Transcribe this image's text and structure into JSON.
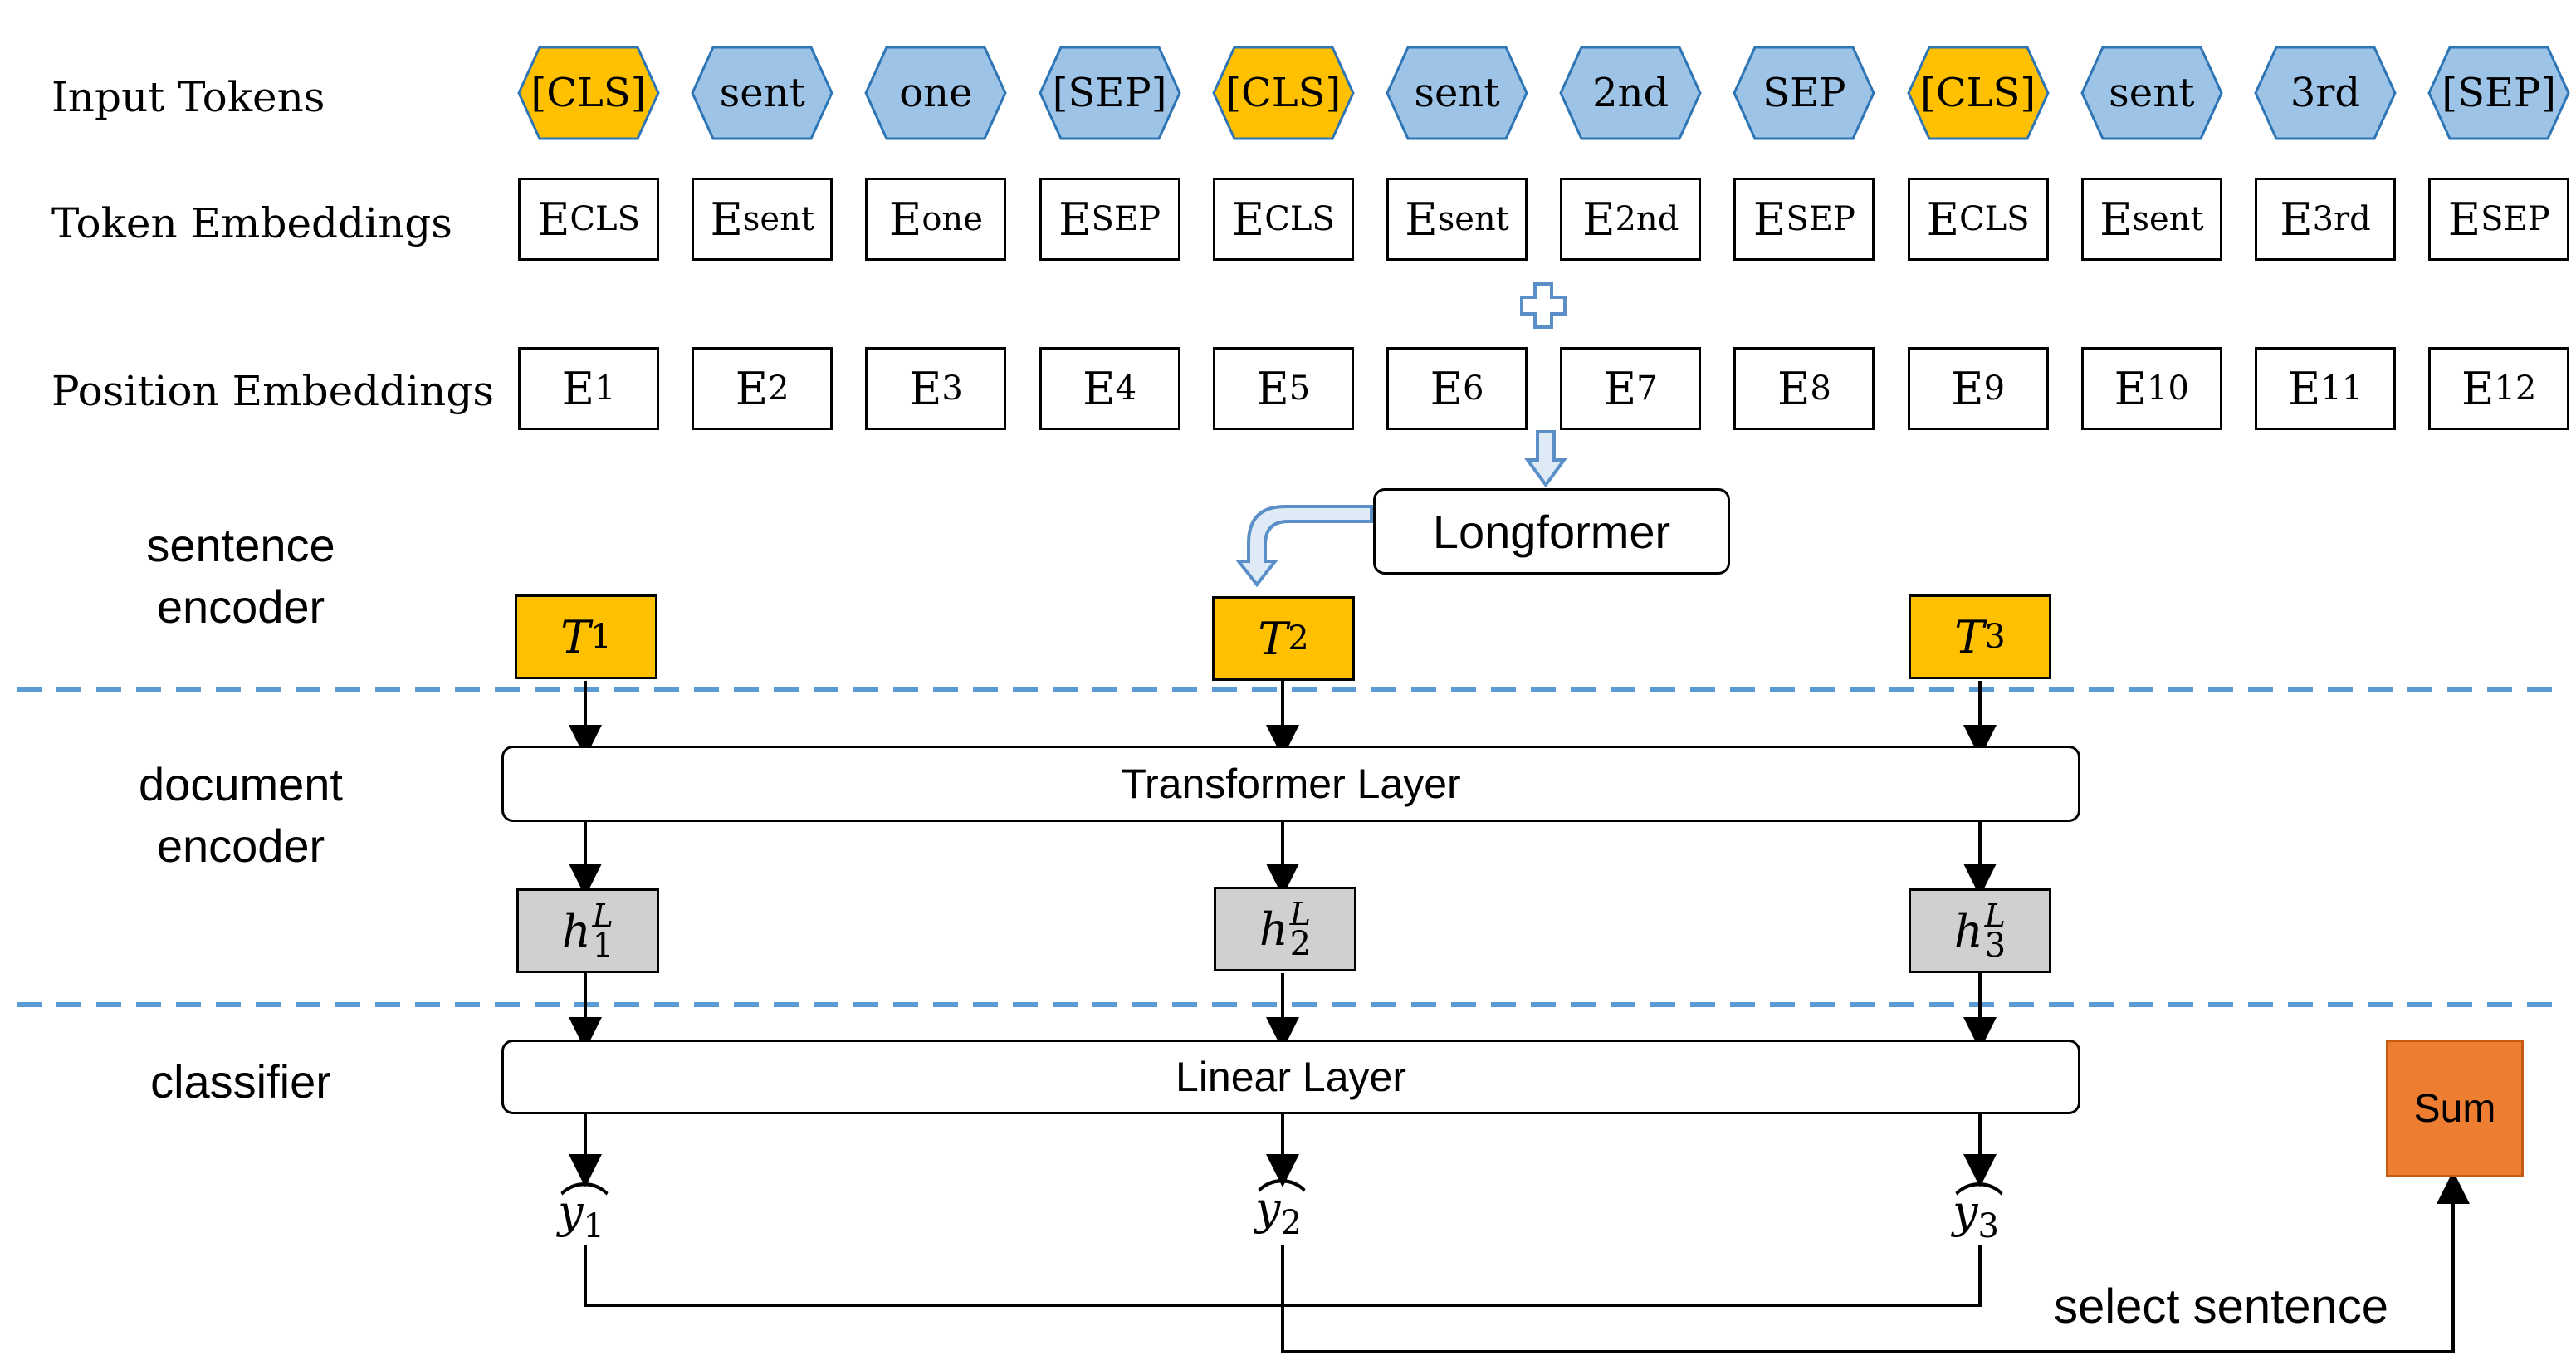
{
  "row_labels": {
    "input_tokens": "Input Tokens",
    "token_embeddings": "Token Embeddings",
    "position_embeddings": "Position Embeddings"
  },
  "section_labels": {
    "sentence_encoder": "sentence\nencoder",
    "document_encoder": "document\nencoder",
    "classifier": "classifier"
  },
  "input_tokens": [
    {
      "label": "[CLS]",
      "color": "#ffc000"
    },
    {
      "label": "sent",
      "color": "#9dc3e6"
    },
    {
      "label": "one",
      "color": "#9dc3e6"
    },
    {
      "label": "[SEP]",
      "color": "#9dc3e6"
    },
    {
      "label": "[CLS]",
      "color": "#ffc000"
    },
    {
      "label": "sent",
      "color": "#9dc3e6"
    },
    {
      "label": "2nd",
      "color": "#9dc3e6"
    },
    {
      "label": "SEP",
      "color": "#9dc3e6"
    },
    {
      "label": "[CLS]",
      "color": "#ffc000"
    },
    {
      "label": "sent",
      "color": "#9dc3e6"
    },
    {
      "label": "3rd",
      "color": "#9dc3e6"
    },
    {
      "label": "[SEP]",
      "color": "#9dc3e6"
    }
  ],
  "token_embeddings": [
    {
      "base": "E",
      "sub": "CLS"
    },
    {
      "base": "E",
      "sub": "sent"
    },
    {
      "base": "E",
      "sub": "one"
    },
    {
      "base": "E",
      "sub": "SEP"
    },
    {
      "base": "E",
      "sub": "CLS"
    },
    {
      "base": "E",
      "sub": "sent"
    },
    {
      "base": "E",
      "sub": "2nd"
    },
    {
      "base": "E",
      "sub": "SEP"
    },
    {
      "base": "E",
      "sub": "CLS"
    },
    {
      "base": "E",
      "sub": "sent"
    },
    {
      "base": "E",
      "sub": "3rd"
    },
    {
      "base": "E",
      "sub": "SEP"
    }
  ],
  "position_embeddings": [
    {
      "base": "E",
      "sub": "1"
    },
    {
      "base": "E",
      "sub": "2"
    },
    {
      "base": "E",
      "sub": "3"
    },
    {
      "base": "E",
      "sub": "4"
    },
    {
      "base": "E",
      "sub": "5"
    },
    {
      "base": "E",
      "sub": "6"
    },
    {
      "base": "E",
      "sub": "7"
    },
    {
      "base": "E",
      "sub": "8"
    },
    {
      "base": "E",
      "sub": "9"
    },
    {
      "base": "E",
      "sub": "10"
    },
    {
      "base": "E",
      "sub": "11"
    },
    {
      "base": "E",
      "sub": "12"
    }
  ],
  "plus_icon": "plus-icon",
  "longformer_label": "Longformer",
  "sentence_outputs": [
    {
      "base": "T",
      "sub": "1"
    },
    {
      "base": "T",
      "sub": "2"
    },
    {
      "base": "T",
      "sub": "3"
    }
  ],
  "transformer_label": "Transformer Layer",
  "hidden_states": [
    {
      "base": "h",
      "sub": "1",
      "sup": "L"
    },
    {
      "base": "h",
      "sub": "2",
      "sup": "L"
    },
    {
      "base": "h",
      "sub": "3",
      "sup": "L"
    }
  ],
  "linear_label": "Linear Layer",
  "predictions": [
    {
      "base": "y",
      "sub": "1"
    },
    {
      "base": "y",
      "sub": "2"
    },
    {
      "base": "y",
      "sub": "3"
    }
  ],
  "sum_label": "Sum",
  "select_label": "select sentence",
  "colors": {
    "cls_token": "#ffc000",
    "other_token": "#9dc3e6",
    "sentence_output": "#ffc000",
    "hidden_state": "#d0d0d0",
    "sum_box": "#ed7d31",
    "divider": "#5b9bd5"
  }
}
